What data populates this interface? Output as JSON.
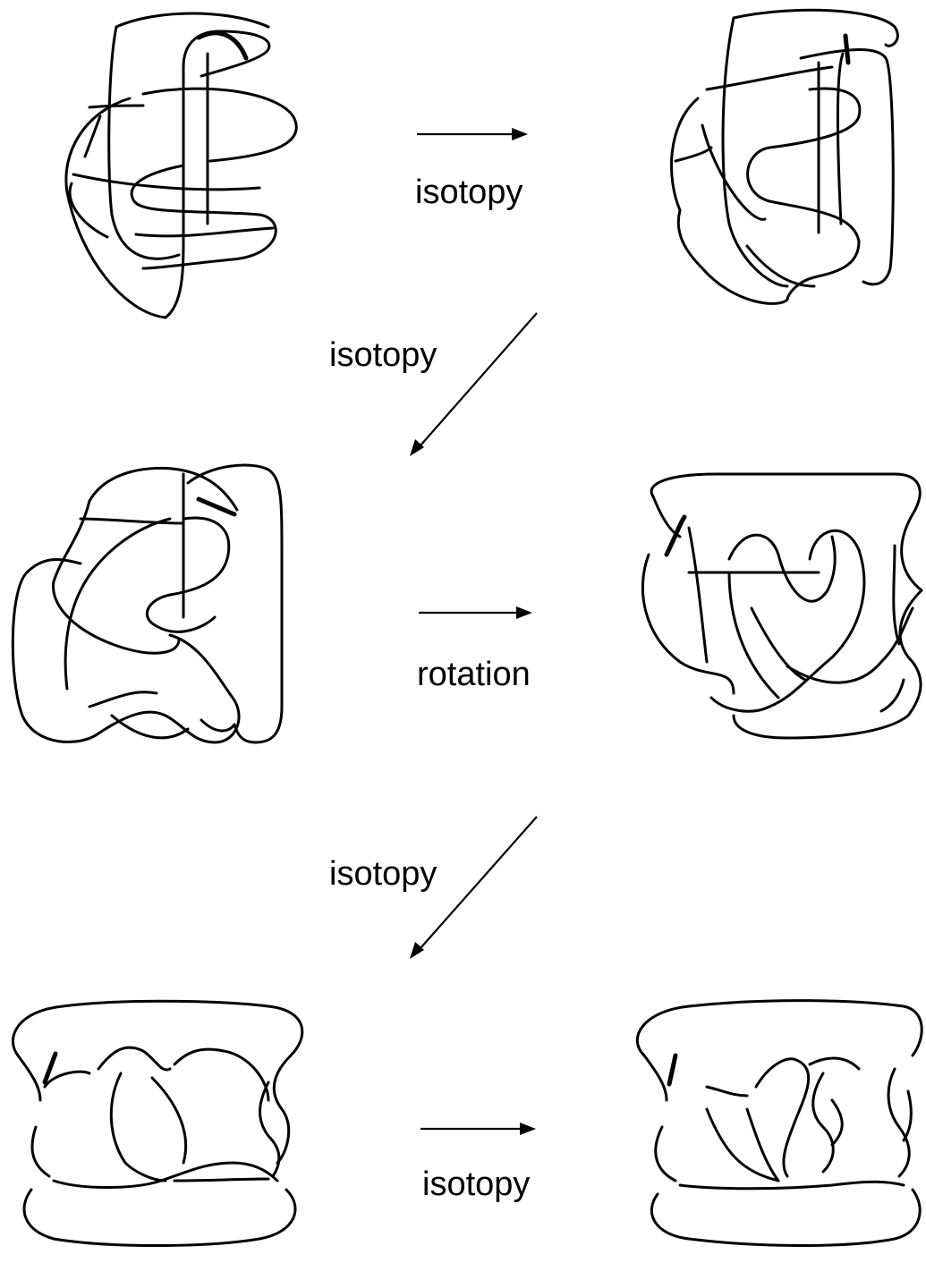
{
  "labels": {
    "step1": "isotopy",
    "step2": "isotopy",
    "step3": "rotation",
    "step4": "isotopy",
    "step5": "isotopy"
  }
}
